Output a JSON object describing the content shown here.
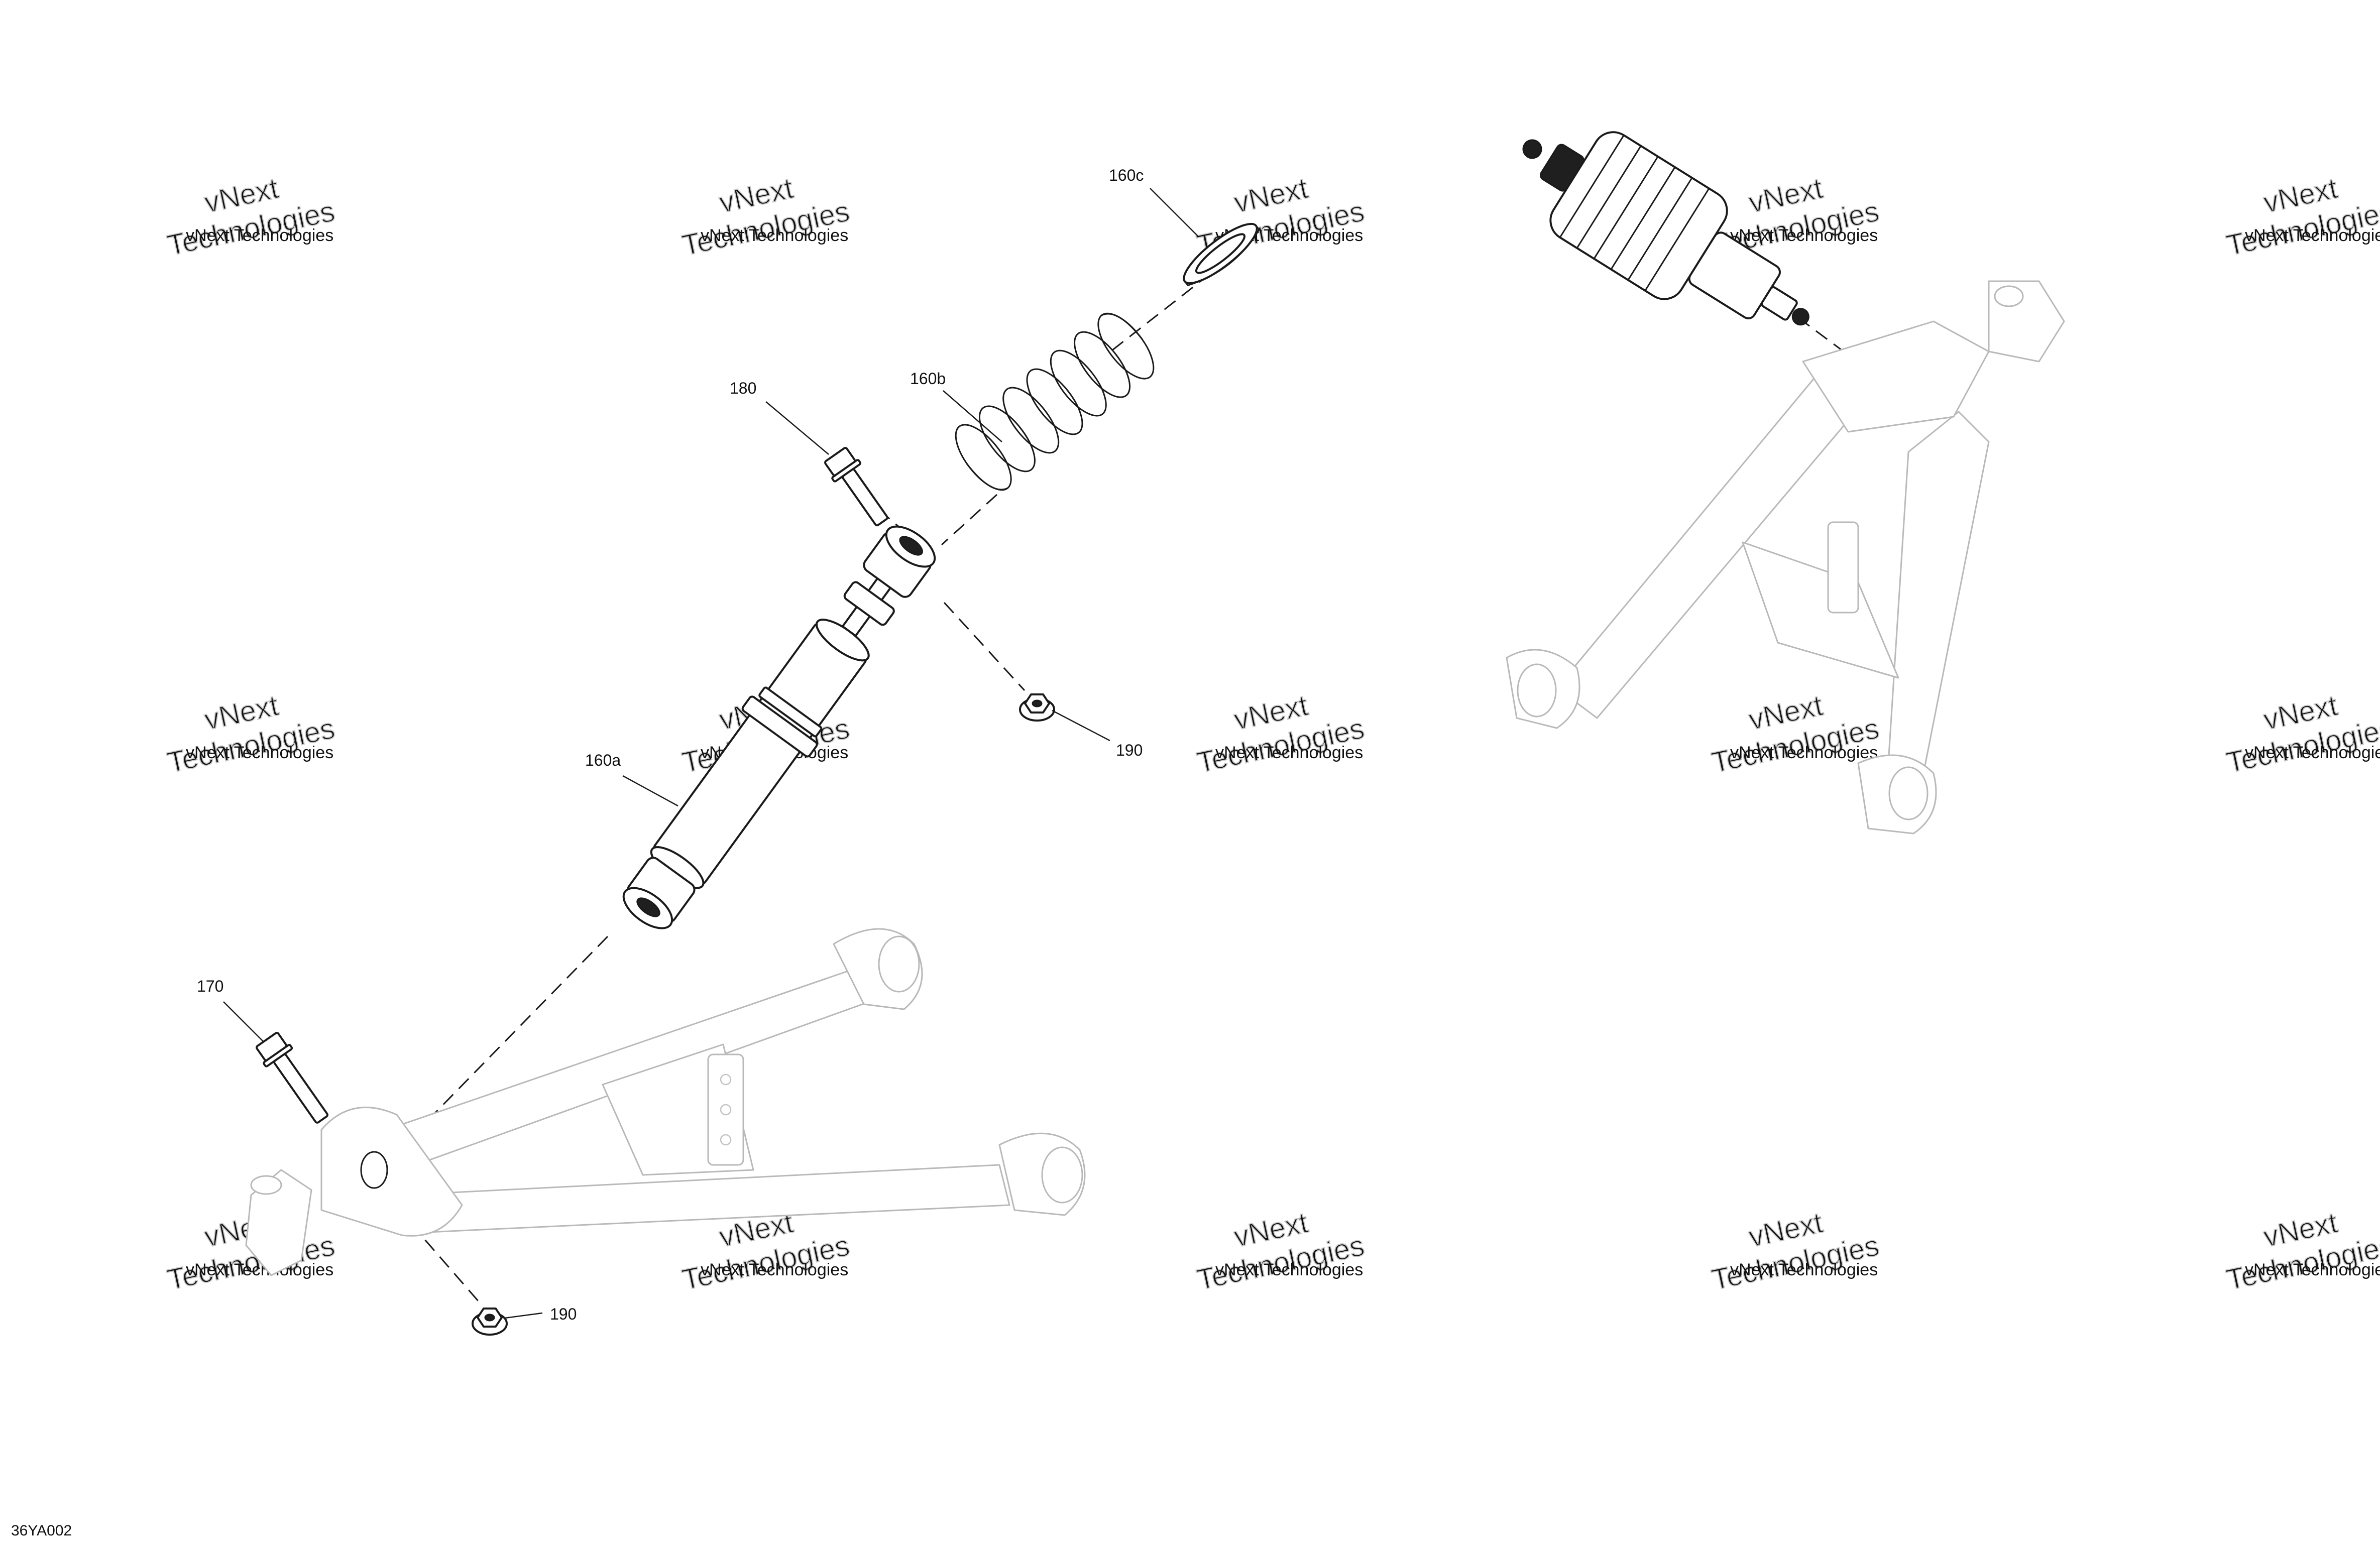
{
  "diagram": {
    "code": "36YA002",
    "callouts": {
      "c160a": "160a",
      "c160b": "160b",
      "c160c": "160c",
      "c170": "170",
      "c180": "180",
      "c190_upper": "190",
      "c190_lower": "190"
    },
    "watermark": {
      "line1": "vNext Technologies",
      "line2": "Technologies",
      "line3": "vNext"
    }
  }
}
